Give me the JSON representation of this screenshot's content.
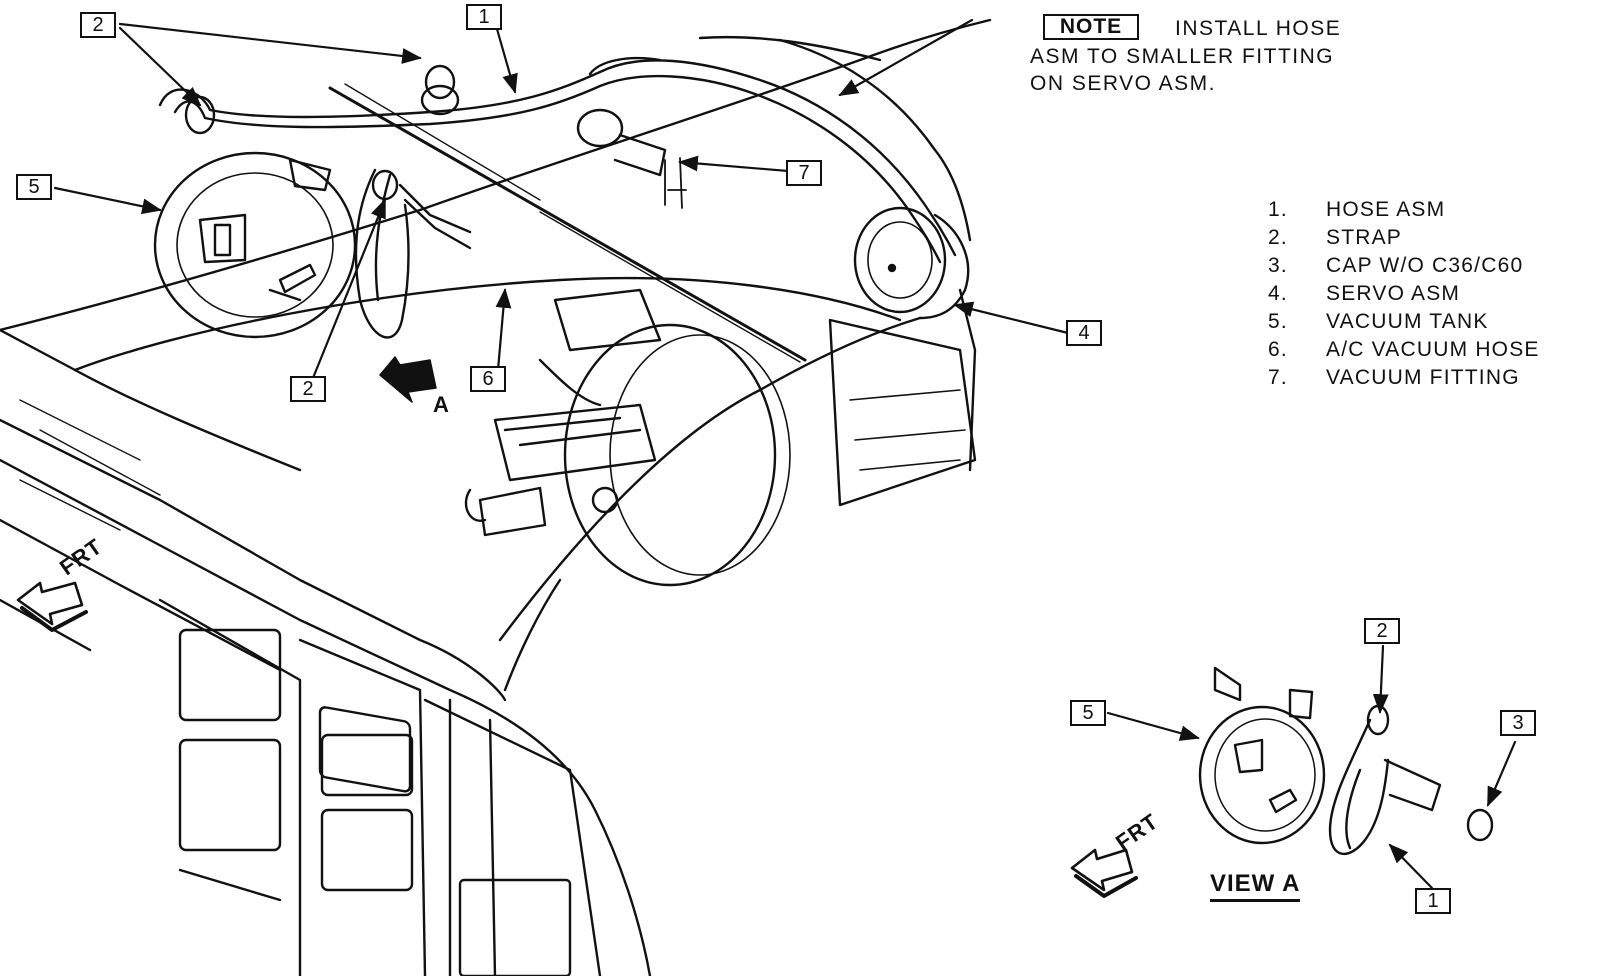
{
  "note": {
    "tag": "NOTE",
    "lines": [
      "INSTALL HOSE",
      "ASM TO SMALLER FITTING",
      "ON SERVO ASM."
    ]
  },
  "legend": [
    {
      "num": "1.",
      "label": "HOSE ASM"
    },
    {
      "num": "2.",
      "label": "STRAP"
    },
    {
      "num": "3.",
      "label": "CAP W/O C36/C60"
    },
    {
      "num": "4.",
      "label": "SERVO ASM"
    },
    {
      "num": "5.",
      "label": "VACUUM TANK"
    },
    {
      "num": "6.",
      "label": "A/C VACUUM HOSE"
    },
    {
      "num": "7.",
      "label": "VACUUM FITTING"
    }
  ],
  "callouts": {
    "main_2_top": "2",
    "main_1_top": "1",
    "main_5": "5",
    "main_7": "7",
    "main_4": "4",
    "main_2_bottom": "2",
    "main_6": "6",
    "view_2": "2",
    "view_5": "5",
    "view_3": "3",
    "view_1": "1"
  },
  "view_arrow_letter": "A",
  "front_label_main": "FRT",
  "front_label_view": "FRT",
  "view_title": "VIEW A"
}
